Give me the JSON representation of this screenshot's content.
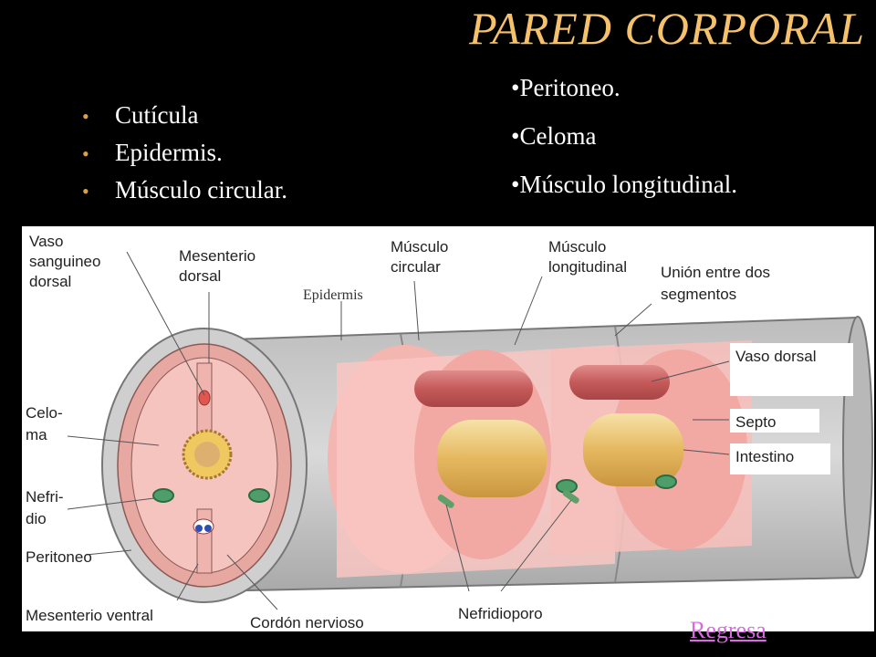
{
  "title": "PARED CORPORAL",
  "left_bullets": [
    "Cutícula",
    "Epidermis.",
    "Músculo  circular."
  ],
  "right_bullets": [
    "•Peritoneo.",
    "•Celoma",
    "•Músculo  longitudinal."
  ],
  "bullet_glyph": "•",
  "diagram": {
    "labels": {
      "vaso_sanguineo_dorsal": [
        "Vaso",
        "sanguineo",
        "dorsal"
      ],
      "mesenterio_dorsal": [
        "Mesenterio",
        "dorsal"
      ],
      "epidermis": "Epidermis",
      "musculo_circular": [
        "Músculo",
        "circular"
      ],
      "musculo_longitudinal": [
        "Músculo",
        "longitudinal"
      ],
      "union_segmentos": [
        "Unión entre dos",
        "segmentos"
      ],
      "vaso_dorsal": "Vaso dorsal",
      "septo": "Septo",
      "intestino": "Intestino",
      "celoma": [
        "Celo-",
        "ma"
      ],
      "nefridio": [
        "Nefri-",
        "dio"
      ],
      "peritoneo": "Peritoneo",
      "mesenterio_ventral": "Mesenterio ventral",
      "cordon_nervioso": "Cordón  nervioso",
      "nefridioporo": "Nefridioporo"
    }
  },
  "link": {
    "label": "Regresa"
  },
  "colors": {
    "background": "#000000",
    "title": "#F5C26B",
    "bullet_text": "#FFFFFF",
    "bullet_dot": "#E0A040",
    "link": "#D86BE0"
  }
}
